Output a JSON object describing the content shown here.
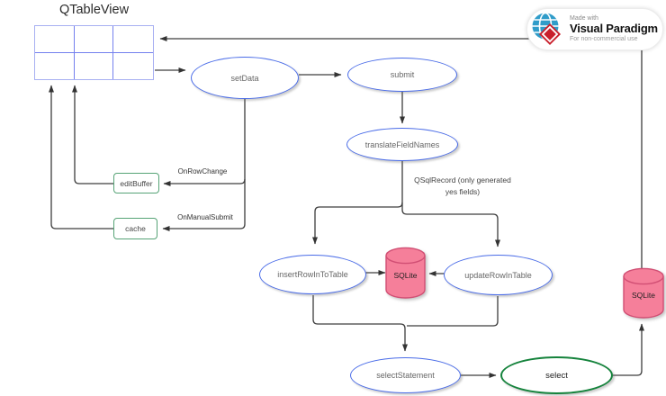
{
  "title": "QTableView",
  "nodes": {
    "setData": {
      "label": "setData"
    },
    "submit": {
      "label": "submit"
    },
    "translateFieldNames": {
      "label": "translateFieldNames"
    },
    "insertRowInToTable": {
      "label": "insertRowInToTable"
    },
    "updateRowInTable": {
      "label": "updateRowInTable"
    },
    "selectStatement": {
      "label": "selectStatement"
    },
    "select": {
      "label": "select"
    },
    "editBuffer": {
      "label": "editBuffer"
    },
    "cache": {
      "label": "cache"
    },
    "sqliteCenter": {
      "label": "SQLite"
    },
    "sqliteRight": {
      "label": "SQLite"
    }
  },
  "edge_labels": {
    "on_row_change": "OnRowChange",
    "on_manual_submit": "OnManualSubmit",
    "qsqlrecord_line1": "QSqlRecord (only generated",
    "qsqlrecord_line2": "yes fields)"
  },
  "watermark": {
    "made_with": "Made with",
    "brand": "Visual Paradigm",
    "license": "For non-commercial use"
  },
  "colors": {
    "ellipse_blue": "#4a6ce8",
    "table_blue": "#7480ee",
    "rect_green": "#56a376",
    "select_green": "#15833c",
    "cylinder_fill": "#f57f9a",
    "cylinder_stroke": "#d14f74",
    "wire": "#3d3d3d",
    "brand_red": "#c9202c",
    "brand_teal": "#2f9cc9"
  }
}
